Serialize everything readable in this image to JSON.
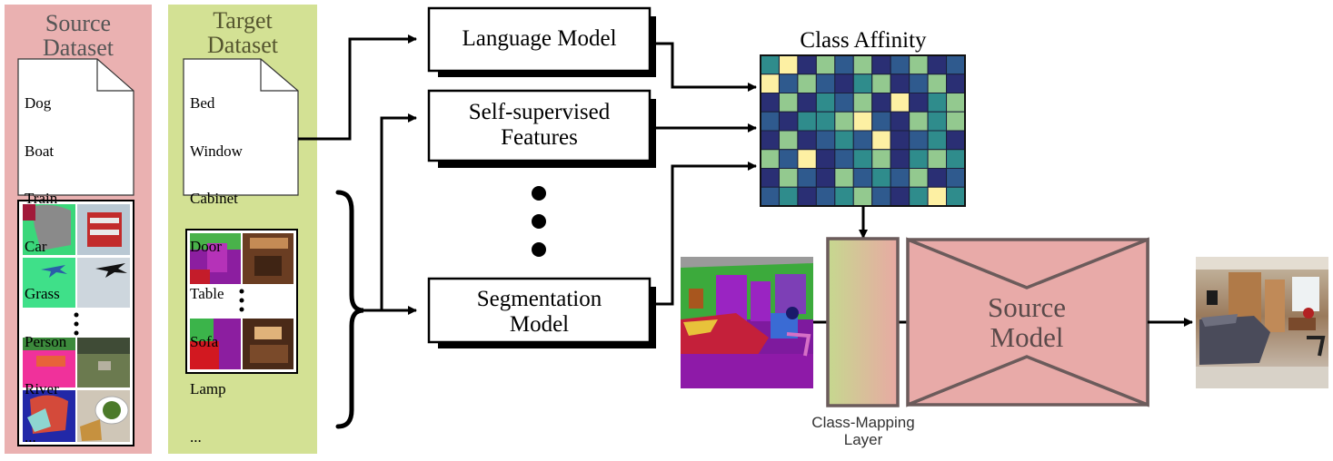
{
  "source": {
    "title_lines": [
      "Source",
      "Dataset"
    ],
    "classes": [
      "Dog",
      "Boat",
      "Train",
      "Car",
      "Grass",
      "Person",
      "River",
      "..."
    ]
  },
  "target": {
    "title_lines": [
      "Target",
      "Dataset"
    ],
    "classes": [
      "Bed",
      "Window",
      "Cabinet",
      "Door",
      "Table",
      "Sofa",
      "Lamp",
      "..."
    ]
  },
  "models": {
    "language": [
      "Language Model"
    ],
    "self_supervised": [
      "Self-supervised",
      "Features"
    ],
    "segmentation": [
      "Segmentation",
      "Model"
    ]
  },
  "affinity": {
    "title": "Class Affinity",
    "rows": 8,
    "cols": 11,
    "palette": [
      "#2a2f74",
      "#2f5a8e",
      "#2f8c8c",
      "#93c98f",
      "#fdf0a3"
    ],
    "cells": [
      [
        2,
        4,
        0,
        3,
        1,
        3,
        0,
        1,
        3,
        0,
        1
      ],
      [
        4,
        1,
        3,
        1,
        0,
        2,
        3,
        0,
        1,
        3,
        0
      ],
      [
        0,
        3,
        0,
        2,
        1,
        3,
        0,
        4,
        0,
        2,
        3
      ],
      [
        1,
        0,
        2,
        2,
        3,
        4,
        1,
        0,
        3,
        2,
        3
      ],
      [
        0,
        3,
        0,
        1,
        2,
        1,
        4,
        0,
        1,
        2,
        0
      ],
      [
        3,
        1,
        4,
        0,
        1,
        2,
        3,
        0,
        2,
        3,
        2
      ],
      [
        0,
        3,
        1,
        0,
        3,
        1,
        2,
        1,
        3,
        0,
        1
      ],
      [
        1,
        2,
        0,
        1,
        2,
        3,
        1,
        0,
        2,
        4,
        2
      ]
    ]
  },
  "mapping_layer": {
    "caption_lines": [
      "Class-Mapping",
      "Layer"
    ],
    "gradient": [
      "#c6d88f",
      "#e8a9a3"
    ]
  },
  "source_model": {
    "label_lines": [
      "Source",
      "Model"
    ],
    "fill": "#e8aaa8"
  },
  "colors": {
    "source_panel": "#eab1b1",
    "target_panel": "#d3e194",
    "source_title": "#555555",
    "target_title": "#55552f"
  }
}
